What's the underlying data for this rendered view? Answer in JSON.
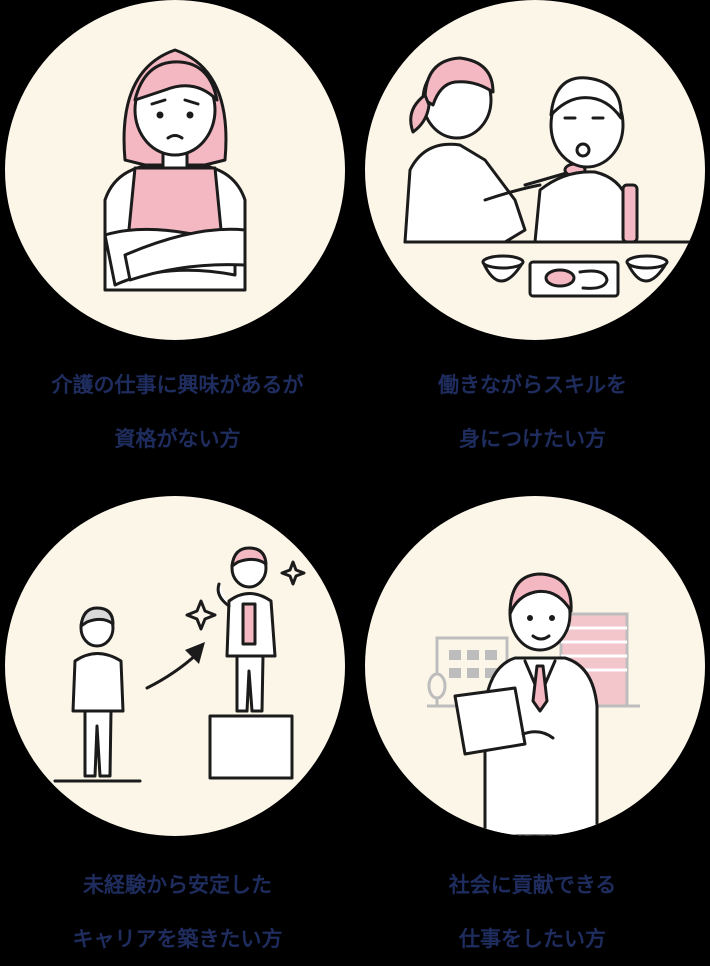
{
  "items": [
    {
      "line1": "介護の仕事に興味があるが",
      "line2": "資格がない方",
      "illustration": "woman-thinking-illustration"
    },
    {
      "line1": "働きながらスキルを",
      "line2": "身につけたい方",
      "illustration": "caregiver-feeding-illustration"
    },
    {
      "line1": "未経験から安定した",
      "line2": "キャリアを築きたい方",
      "illustration": "career-step-up-illustration"
    },
    {
      "line1": "社会に貢献できる",
      "line2": "仕事をしたい方",
      "illustration": "businessman-tablet-illustration"
    }
  ],
  "colors": {
    "background": "#000000",
    "circle": "#fcf6e9",
    "caption": "#1f2c5e",
    "accent_pink": "#f3b8c1"
  }
}
